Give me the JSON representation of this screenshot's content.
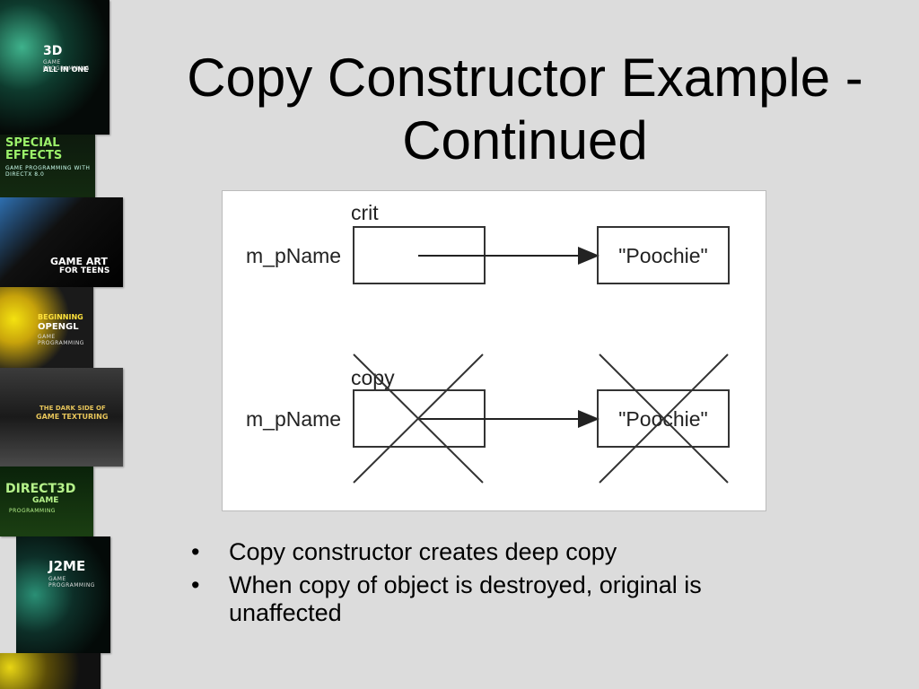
{
  "slide": {
    "title": "Copy Constructor Example - Continued",
    "bullets": [
      "Copy constructor creates deep copy",
      "When copy of object is destroyed, original is unaffected"
    ],
    "bullet_symbol": "•"
  },
  "diagram": {
    "top": {
      "object_label": "crit",
      "field_label": "m_pName",
      "target_value": "\"Poochie\""
    },
    "bottom": {
      "object_label": "copy",
      "field_label": "m_pName",
      "target_value": "\"Poochie\"",
      "crossed_out": true
    }
  },
  "book_covers": [
    {
      "title_line1": "3D",
      "title_line2": "ALL IN ONE",
      "subtitle": "GAME PROGRAMMING"
    },
    {
      "title_line1": "SPECIAL",
      "title_line2": "EFFECTS",
      "subtitle": "GAME PROGRAMMING WITH DIRECTX 8.0"
    },
    {
      "title_line1": "GAME ART",
      "title_line2": "FOR TEENS",
      "subtitle": ""
    },
    {
      "title_line1": "BEGINNING",
      "title_line2": "OPENGL",
      "subtitle": "GAME PROGRAMMING"
    },
    {
      "title_line1": "THE DARK SIDE OF",
      "title_line2": "GAME TEXTURING",
      "subtitle": ""
    },
    {
      "title_line1": "DIRECT3D",
      "title_line2": "GAME",
      "subtitle": "PROGRAMMING"
    },
    {
      "title_line1": "J2ME",
      "title_line2": "",
      "subtitle": "GAME PROGRAMMING"
    }
  ],
  "colors": {
    "background": "#dcdcdc",
    "text": "#000000",
    "diagram_bg": "#ffffff"
  }
}
